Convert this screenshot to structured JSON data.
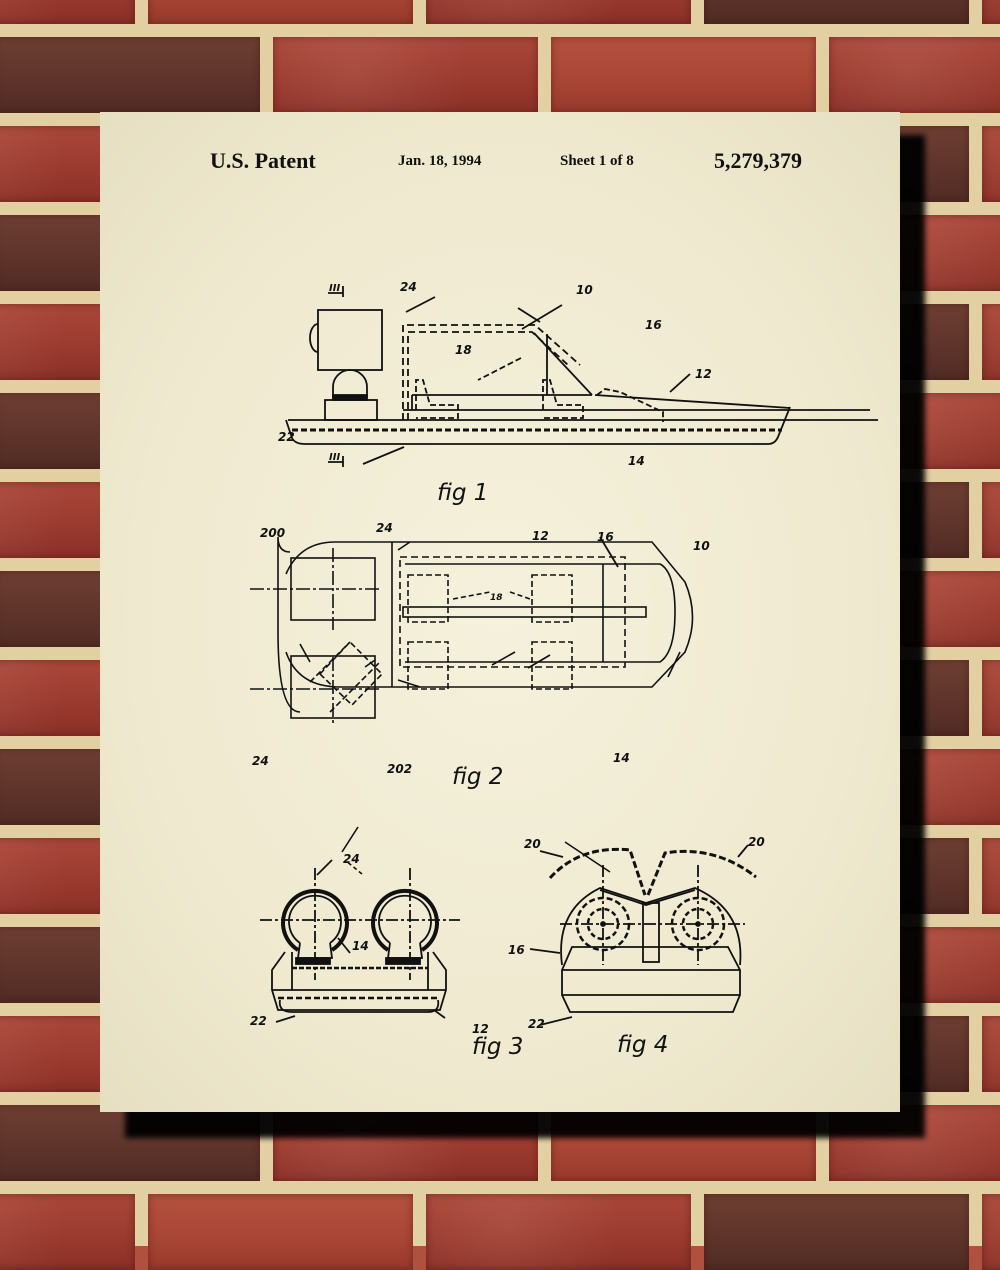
{
  "poster": {
    "header": {
      "title": "U.S. Patent",
      "date": "Jan. 18, 1994",
      "sheet": "Sheet 1 of 8",
      "patent_number": "5,279,379"
    },
    "figures": [
      {
        "label": "fig 1",
        "refs": [
          "24",
          "10",
          "16",
          "18",
          "12",
          "14",
          "22",
          "III",
          "III"
        ]
      },
      {
        "label": "fig 2",
        "refs": [
          "200",
          "24",
          "12",
          "16",
          "10",
          "18",
          "24",
          "202",
          "14"
        ]
      },
      {
        "label": "fig 3",
        "refs": [
          "24",
          "14",
          "22",
          "12"
        ]
      },
      {
        "label": "fig 4",
        "refs": [
          "20",
          "20",
          "16",
          "22"
        ]
      }
    ]
  },
  "colors": {
    "paper": "#efe9cf",
    "ink": "#111111",
    "brick": "#9b3a2f",
    "mortar": "#e2cfa2",
    "shadow": "#000000"
  }
}
